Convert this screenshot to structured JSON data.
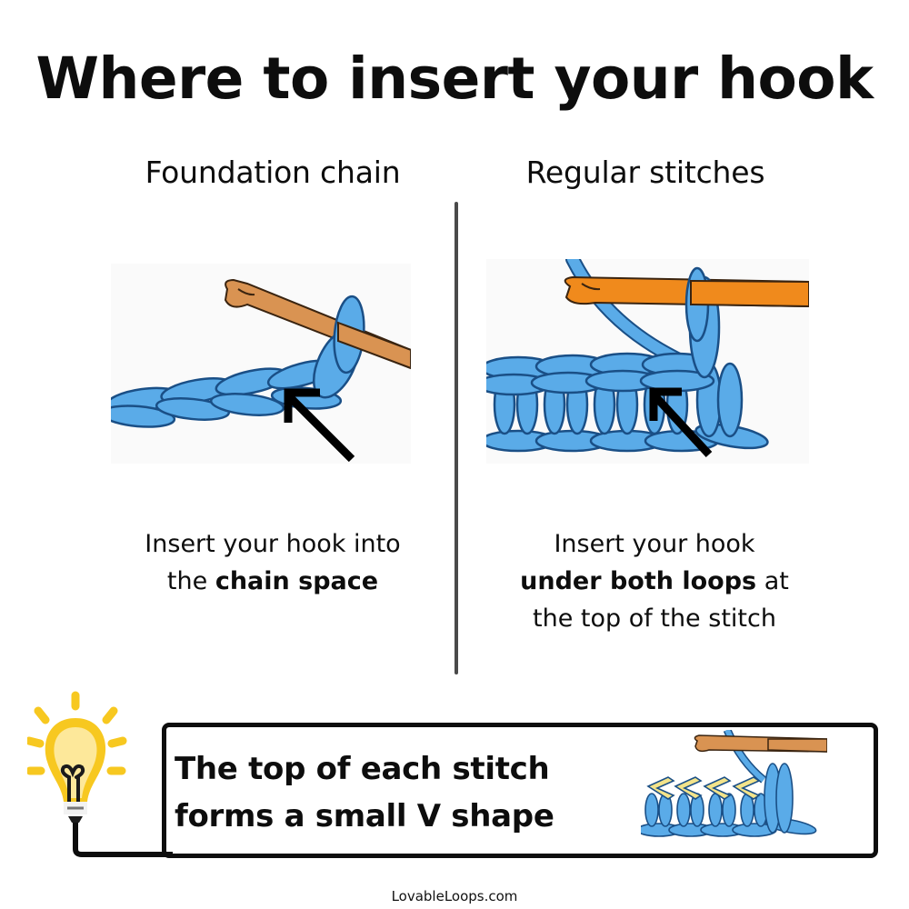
{
  "title": "Where to insert your hook",
  "columns": [
    {
      "heading": "Foundation chain",
      "caption_line1": "Insert your hook into",
      "caption_line2_prefix": "the ",
      "caption_line2_bold": "chain space",
      "illustration": "crochet-foundation-chain-with-hook",
      "arrow": "arrow-pointing-to-chain-space"
    },
    {
      "heading": "Regular stitches",
      "caption_line1": "Insert your hook",
      "caption_line2_bold": "under both loops",
      "caption_line2_suffix": " at",
      "caption_line3": "the top of the stitch",
      "illustration": "crochet-stitch-row-with-hook",
      "arrow": "arrow-pointing-under-both-loops"
    }
  ],
  "tip": {
    "line1": "The top of each stitch",
    "line2": "forms a small V shape",
    "icon": "lightbulb-icon",
    "illustration": "stitch-row-with-highlighted-v-tops"
  },
  "footer": "LovableLoops.com",
  "colors": {
    "yarn": "#5aabe8",
    "yarn_outline": "#1a4f86",
    "hook_left": "#d99352",
    "hook_right": "#f08a1c",
    "highlight": "#f3e38a",
    "bulb": "#f7c820",
    "bulb_inner": "#fde89a",
    "divider": "#4a4a4a"
  }
}
